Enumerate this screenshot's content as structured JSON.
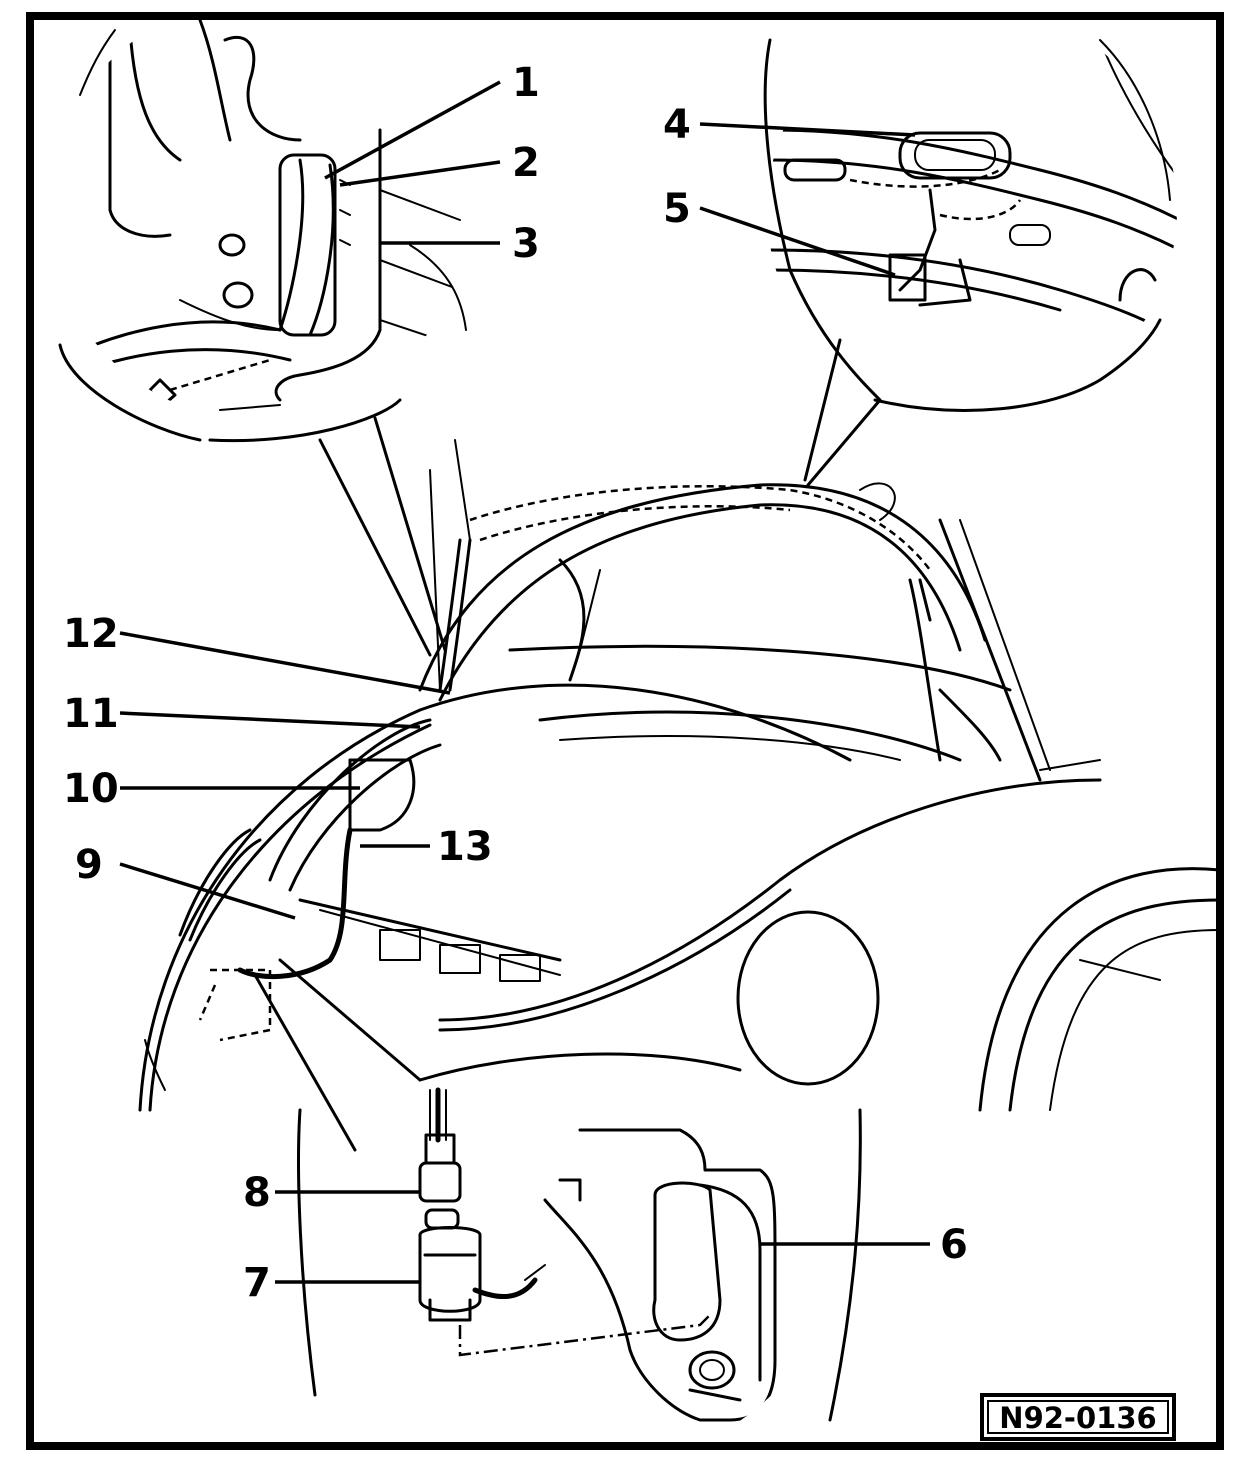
{
  "callouts": [
    {
      "id": "1",
      "label": "1"
    },
    {
      "id": "2",
      "label": "2"
    },
    {
      "id": "3",
      "label": "3"
    },
    {
      "id": "4",
      "label": "4"
    },
    {
      "id": "5",
      "label": "5"
    },
    {
      "id": "6",
      "label": "6"
    },
    {
      "id": "7",
      "label": "7"
    },
    {
      "id": "8",
      "label": "8"
    },
    {
      "id": "9",
      "label": "9"
    },
    {
      "id": "10",
      "label": "10"
    },
    {
      "id": "11",
      "label": "11"
    },
    {
      "id": "12",
      "label": "12"
    },
    {
      "id": "13",
      "label": "13"
    }
  ],
  "figure_code": "N92-0136",
  "colors": {
    "ink": "#000000",
    "paper": "#ffffff"
  }
}
